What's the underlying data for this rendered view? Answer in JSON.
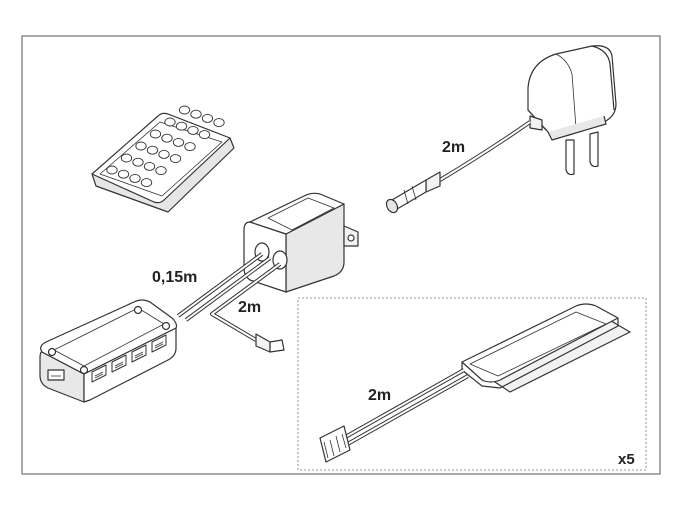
{
  "labels": {
    "adapter_cable": "2m",
    "controller_cable": "0,15m",
    "sensor_cable": "2m",
    "strip_cable": "2m",
    "quantity": "x5"
  },
  "icons": [
    "remote-control-icon",
    "power-adapter-icon",
    "controller-box-icon",
    "distributor-hub-icon",
    "led-strip-icon"
  ],
  "colors": {
    "line": "#333333",
    "fill": "#ffffff",
    "shade": "#d9d9d9",
    "frame": "#555555",
    "dashed_frame": "#9a9a9a"
  }
}
